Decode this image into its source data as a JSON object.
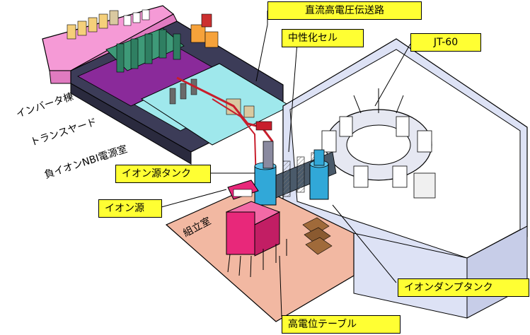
{
  "labels": {
    "hv_line": "直流高電圧伝送路",
    "neutralizer": "中性化セル",
    "jt60": "JT-60",
    "inverter": "インバータ棟",
    "transyard": "トランスヤード",
    "nbi_power": "負イオンNBI電源室",
    "ion_tank": "イオン源タンク",
    "ion_source": "イオン源",
    "assembly": "組立室",
    "dump_tank": "イオンダンプタンク",
    "hv_table": "高電位テーブル"
  },
  "colors": {
    "callout_fill": "#ffff33",
    "inverter_building": "#f59ad6",
    "transyard": "#9fe8ec",
    "assembly_floor": "#f2b8a2",
    "ion_source_tank": "#31a8d8",
    "ion_source": "#e8287a",
    "hv_table": "#e8287a",
    "building_wall": "#dde2f5",
    "power_equipment": "#3e9a78",
    "transmission_line": "#c81e2c"
  }
}
